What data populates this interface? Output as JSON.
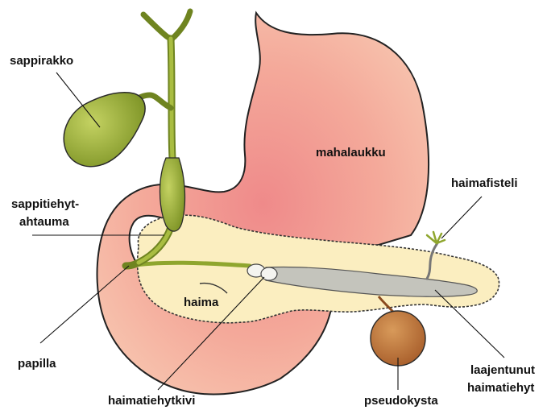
{
  "labels": {
    "gallbladder": "sappirakko",
    "stomach": "mahalaukku",
    "fistula": "haimafisteli",
    "bile_stricture_line1": "sappitiehyt-",
    "bile_stricture_line2": "ahtauma",
    "pancreas": "haima",
    "papilla": "papilla",
    "dilated_duct_line1": "laajentunut",
    "dilated_duct_line2": "haimatiehyt",
    "duct_stone": "haimatiehytkivi",
    "pseudocyst": "pseudokysta"
  },
  "colors": {
    "stomach_center": "#f08c8c",
    "stomach_edge": "#f7c4ad",
    "stomach_outline": "#222222",
    "gallbladder": "#8fa62e",
    "gallbladder_light": "#b9cc55",
    "pancreas": "#fbeec0",
    "pancreas_outline": "#333333",
    "pancreatic_duct": "#bdbdb5",
    "pseudocyst": "#b8723a",
    "leader_line": "#111111"
  }
}
